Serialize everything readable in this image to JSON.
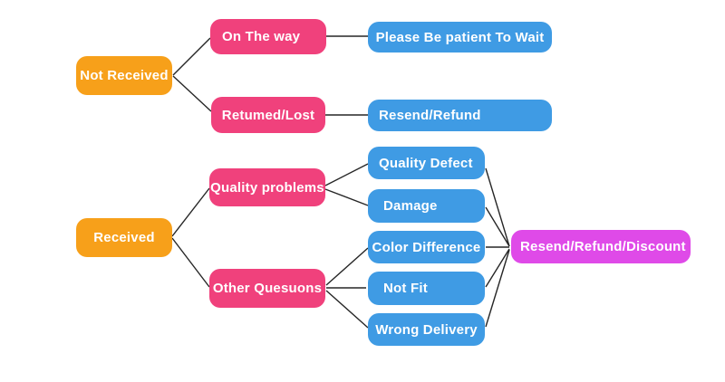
{
  "diagram": {
    "title": "customer-service decision flowchart",
    "colors": {
      "orange": "#F7A01A",
      "pink": "#F0417C",
      "blue": "#3F9BE4",
      "magenta": "#DF4AE8",
      "line": "#262626",
      "text": "#ffffff",
      "background": "#ffffff"
    },
    "nodes": {
      "not_received": {
        "label": "Not Received",
        "color": "orange"
      },
      "on_the_way": {
        "label": "On The way",
        "color": "pink"
      },
      "please_wait": {
        "label": "Please Be patient To Wait",
        "color": "blue"
      },
      "returned_lost": {
        "label": "Retumed/Lost",
        "color": "pink"
      },
      "resend_refund": {
        "label": "Resend/Refund",
        "color": "blue"
      },
      "received": {
        "label": "Received",
        "color": "orange"
      },
      "quality_problems": {
        "label": "Quality problems",
        "color": "pink"
      },
      "other_questions": {
        "label": "Other Quesuons",
        "color": "pink"
      },
      "quality_defect": {
        "label": "Quality Defect",
        "color": "blue"
      },
      "damage": {
        "label": "Damage",
        "color": "blue"
      },
      "color_difference": {
        "label": "Color Difference",
        "color": "blue"
      },
      "not_fit": {
        "label": "Not Fit",
        "color": "blue"
      },
      "wrong_delivery": {
        "label": "Wrong Delivery",
        "color": "blue"
      },
      "resend_refund_discount": {
        "label": "Resend/Refund/Discount",
        "color": "magenta"
      }
    },
    "edges": [
      [
        "not_received",
        "on_the_way"
      ],
      [
        "not_received",
        "returned_lost"
      ],
      [
        "on_the_way",
        "please_wait"
      ],
      [
        "returned_lost",
        "resend_refund"
      ],
      [
        "received",
        "quality_problems"
      ],
      [
        "received",
        "other_questions"
      ],
      [
        "quality_problems",
        "quality_defect"
      ],
      [
        "quality_problems",
        "damage"
      ],
      [
        "other_questions",
        "color_difference"
      ],
      [
        "other_questions",
        "not_fit"
      ],
      [
        "other_questions",
        "wrong_delivery"
      ],
      [
        "quality_defect",
        "resend_refund_discount"
      ],
      [
        "damage",
        "resend_refund_discount"
      ],
      [
        "color_difference",
        "resend_refund_discount"
      ],
      [
        "not_fit",
        "resend_refund_discount"
      ],
      [
        "wrong_delivery",
        "resend_refund_discount"
      ]
    ]
  }
}
